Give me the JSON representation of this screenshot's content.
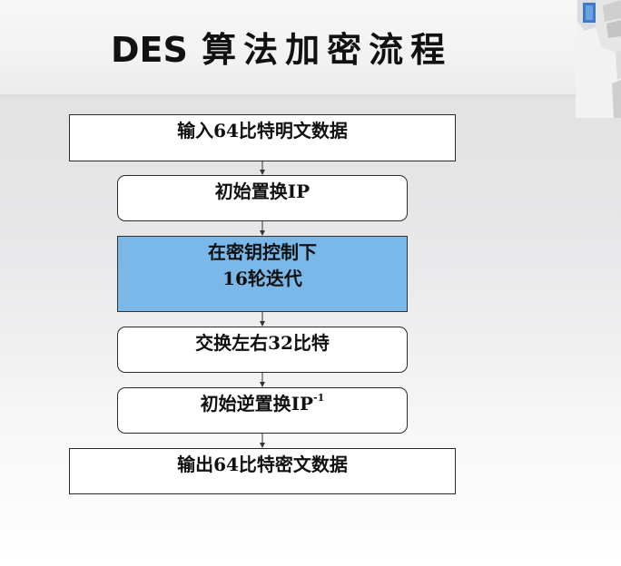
{
  "title": {
    "latin": "DES",
    "cjk": "算法加密流程"
  },
  "flow": {
    "input": "输入64比特明文数据",
    "initial_perm": "初始置换IP",
    "rounds_line1": "在密钥控制下",
    "rounds_line2": "16轮迭代",
    "swap": "交换左右32比特",
    "inverse_perm": "初始逆置换IP",
    "inverse_perm_sup": "-1",
    "output": "输出64比特密文数据"
  },
  "colors": {
    "highlight_fill": "#7ab8ea",
    "box_border": "#2a2a2a",
    "arrow": "#333333"
  }
}
